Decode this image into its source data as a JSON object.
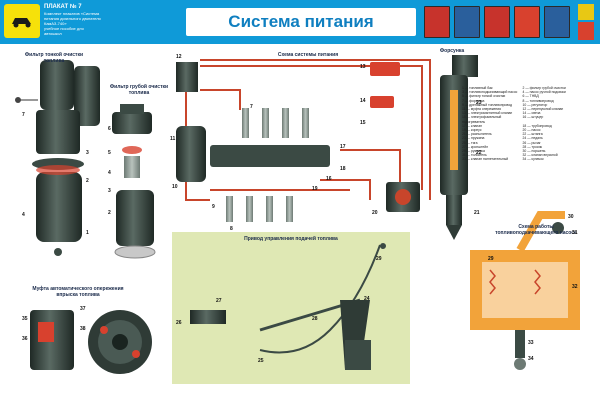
{
  "poster": {
    "badge": "ПЛАКАТ № 7",
    "title": "Система питания",
    "publisher_lines": [
      "Комплект плакатов «Система",
      "питания дизельного двигателя",
      "КамАЗ-740»",
      "учебное пособие для",
      "автошкол"
    ]
  },
  "sections": {
    "fine_filter": "Фильтр тонкой очистки топлива",
    "coarse_filter": "Фильтр грубой очистки топлива",
    "scheme": "Схема системы питания",
    "injector": "Форсунка",
    "pump_scheme": "Схема работы топливоподкачивающего насоса",
    "drive": "Привод управления подачей топлива",
    "coupling": "Муфта автоматического опережения впрыска топлива"
  },
  "legend_items": [
    "1 — топливный бак",
    "2 — фильтр грубой очистки",
    "3 — топливоподкачивающий насос",
    "4 — насос ручной подкачки",
    "5 — фильтр тонкой очистки",
    "6 — ТНВД",
    "7 — форсунка",
    "8 — топливопровод",
    "9 — дренажный топливопровод",
    "10 — регулятор",
    "11 — муфта опережения",
    "12 — перепускной клапан",
    "13 — электромагнитный клапан",
    "14 — свеча",
    "15 — электрофакельный подогреватель",
    "16 — штуцер",
    "17 — клапан",
    "18 — трубопровод",
    "19 — корпус",
    "20 — насос",
    "21 — распылитель",
    "22 — штанга",
    "23 — пружина",
    "24 — педаль",
    "25 — тяга",
    "26 — рычаг",
    "27 — кронштейн",
    "28 — тросик",
    "29 — рукоятка",
    "30 — поршень",
    "31 — толкатель",
    "32 — клапан впускной",
    "33 — клапан нагнетательный",
    "34 — кулачок"
  ],
  "numbers": {
    "fine": [
      "7",
      "3",
      "2",
      "1",
      "4"
    ],
    "coarse": [
      "6",
      "5",
      "4",
      "3",
      "2"
    ],
    "scheme": [
      "12",
      "13",
      "14",
      "15",
      "16",
      "17",
      "18",
      "19",
      "20",
      "10",
      "11",
      "9",
      "8",
      "7"
    ],
    "injector": [
      "21",
      "22",
      "23"
    ],
    "pump": [
      "29",
      "30",
      "31",
      "32",
      "33",
      "34"
    ],
    "drive": [
      "24",
      "25",
      "26",
      "27",
      "28",
      "29"
    ],
    "coupling": [
      "35",
      "36",
      "37",
      "38"
    ]
  },
  "colors": {
    "header": "#0f9ad8",
    "badge": "#f6e10a",
    "fuel_line": "#c8452b",
    "metal_dark": "#2f3b36",
    "panel_green": "#dfe8b4",
    "orange": "#f2a33a"
  },
  "book_covers": [
    "#c7332c",
    "#2a5f9c",
    "#c7332c",
    "#d8412e",
    "#2a5f9c"
  ]
}
